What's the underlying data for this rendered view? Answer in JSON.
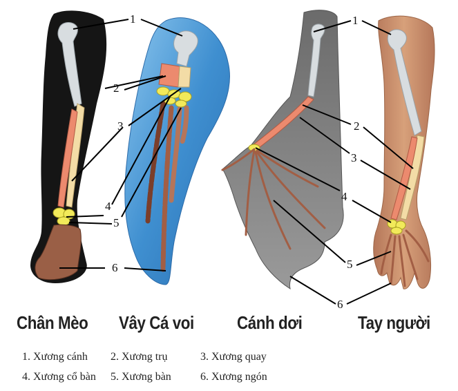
{
  "captions": {
    "cat": "Chân Mèo",
    "whale": "Vây Cá voi",
    "bat": "Cánh dơi",
    "human": "Tay người"
  },
  "callouts": [
    "1",
    "2",
    "3",
    "4",
    "5",
    "6"
  ],
  "legend": [
    "1. Xương cánh",
    "2. Xương trụ",
    "3. Xương quay",
    "4. Xương cổ bàn",
    "5. Xương bàn",
    "6. Xương ngón"
  ],
  "colors": {
    "humerus": "#d8dde0",
    "ulna": "#f3dca6",
    "radius": "#ec8a6e",
    "carpals": "#f2ea5a",
    "metacarpals_phalanges": "#b5755a",
    "whale_fin": "#3f8fd0",
    "bat_wing": "#7d7d7d",
    "human_skin": "#c9906a",
    "cat_fur": "#1a1a1a"
  }
}
